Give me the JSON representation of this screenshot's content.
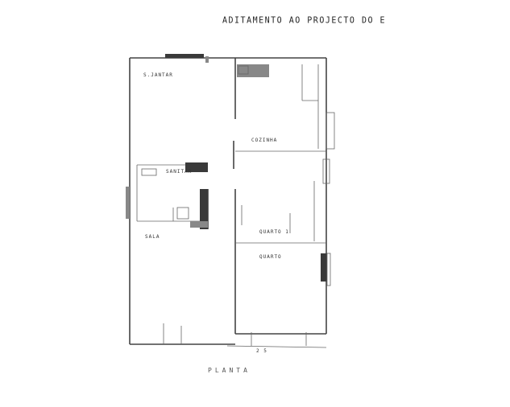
{
  "title": "ADITAMENTO AO PROJECTO DO E",
  "rooms": {
    "sala_jantar": "S.JANTAR",
    "cozinha": "COZINHA",
    "sanitaria": "SANITAR",
    "sala": "SALA",
    "quarto_1": "QUARTO 1",
    "quarto": "QUARTO"
  },
  "caption": "PLANTA",
  "footer_mark": "2 5"
}
